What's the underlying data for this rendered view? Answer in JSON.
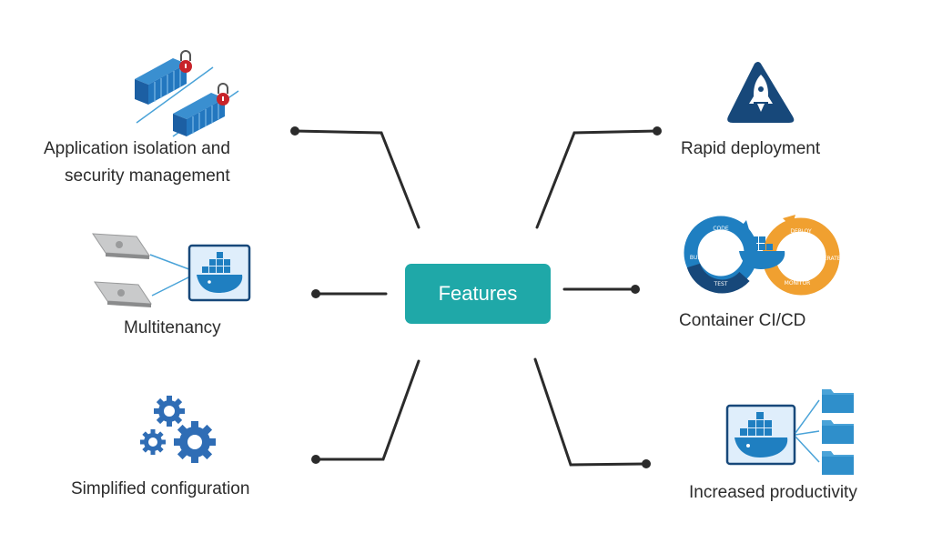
{
  "center": {
    "label": "Features"
  },
  "features": [
    {
      "id": "isolation",
      "line1": "Application isolation and",
      "line2": "security management"
    },
    {
      "id": "multitenancy",
      "line1": "Multitenancy"
    },
    {
      "id": "simplified",
      "line1": "Simplified configuration"
    },
    {
      "id": "rapid",
      "line1": "Rapid deployment"
    },
    {
      "id": "cicd",
      "line1": "Container CI/CD"
    },
    {
      "id": "productivity",
      "line1": "Increased productivity"
    }
  ],
  "cicd_icon": {
    "code": "CODE",
    "build": "BUILD",
    "test": "TEST",
    "deploy": "DEPLOY",
    "operate": "OPERATE",
    "monitor": "MONITOR"
  },
  "colors": {
    "center_box": "#1fa8a8",
    "connector": "#2b2b2b",
    "docker_blue": "#1f7fc1",
    "icon_navy": "#17487a",
    "ci_orange": "#f0a030",
    "lock_red": "#c8242b",
    "folder_blue": "#4aa3d8"
  }
}
